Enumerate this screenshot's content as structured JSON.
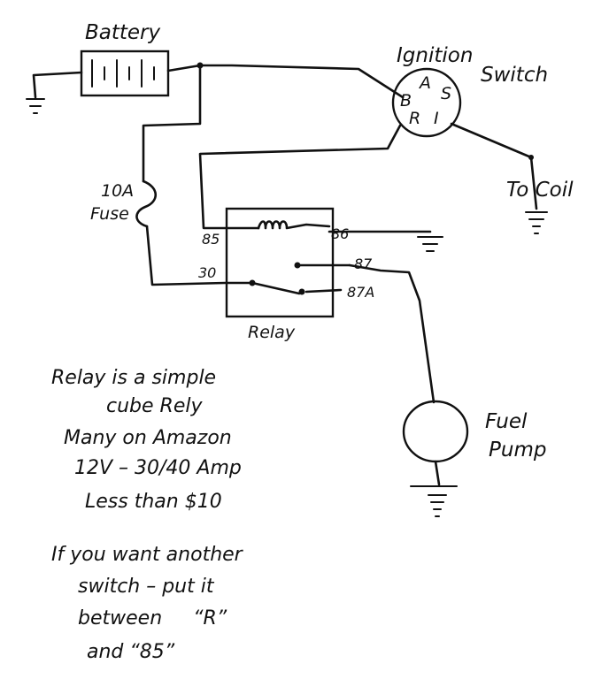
{
  "labels": {
    "battery": "Battery",
    "ignition_line1": "Ignition",
    "ignition_line2": "Switch",
    "terminal_a": "A",
    "terminal_b": "B",
    "terminal_s": "S",
    "terminal_r": "R",
    "terminal_i": "I",
    "to_coil": "To Coil",
    "fuse_line1": "10A",
    "fuse_line2": "Fuse",
    "pin_85": "85",
    "pin_86": "86",
    "pin_30": "30",
    "pin_87": "87",
    "pin_87a": "87A",
    "relay": "Relay",
    "fuel_line1": "Fuel",
    "fuel_line2": "Pump"
  },
  "notes": {
    "note1_line1": "Relay is a simple",
    "note1_line2": "cube Rely",
    "note1_line3": "Many on Amazon",
    "note1_line4": "12V – 30/40 Amp",
    "note1_line5": "Less than $10",
    "note2_line1": "If you want another",
    "note2_line2": "switch – put it",
    "note2_line3": "between     “R”",
    "note2_line4": "and “85”"
  }
}
